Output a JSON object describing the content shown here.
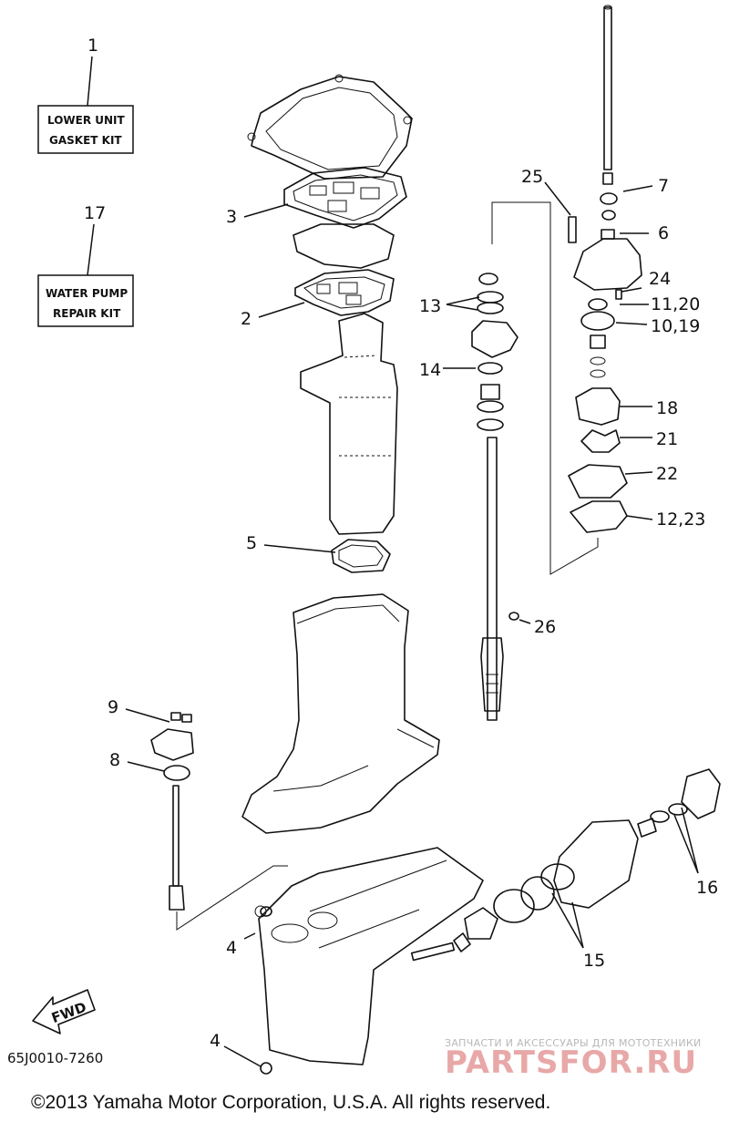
{
  "kits": [
    {
      "ref": "1",
      "lines": [
        "LOWER UNIT",
        "GASKET KIT"
      ]
    },
    {
      "ref": "17",
      "lines": [
        "WATER PUMP",
        "REPAIR KIT"
      ]
    }
  ],
  "callouts": {
    "c2": "2",
    "c3": "3",
    "c4a": "4",
    "c4b": "4",
    "c5": "5",
    "c6": "6",
    "c7": "7",
    "c8": "8",
    "c9": "9",
    "c10": "10,19",
    "c11": "11,20",
    "c12": "12,23",
    "c13": "13",
    "c14": "14",
    "c15": "15",
    "c16": "16",
    "c18": "18",
    "c21": "21",
    "c22": "22",
    "c24": "24",
    "c25": "25",
    "c26": "26"
  },
  "fwd_label": "FWD",
  "diagram_code": "65J0010-7260",
  "watermark": {
    "line1": "ЗАПЧАСТИ И АКСЕССУАРЫ ДЛЯ МОТОТЕХНИКИ",
    "line2": "PARTSFOR.RU"
  },
  "copyright": "©2013 Yamaha Motor Corporation, U.S.A. All rights reserved."
}
